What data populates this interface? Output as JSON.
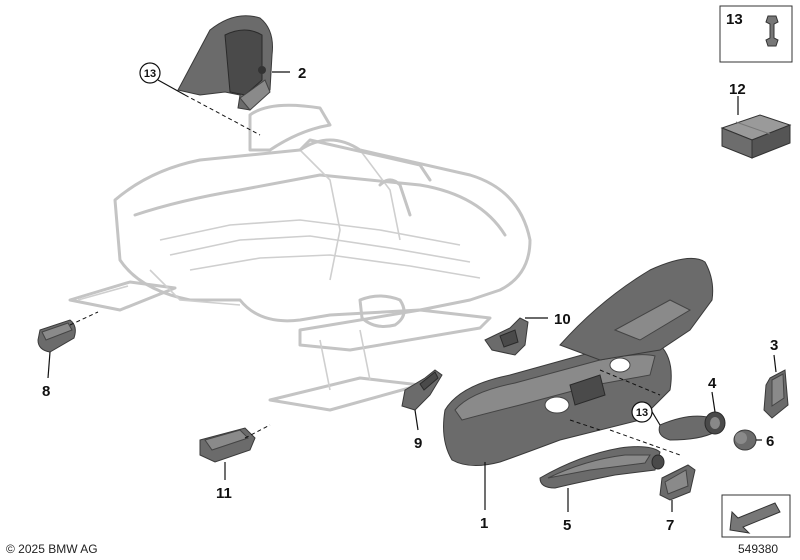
{
  "labels": {
    "l1": "1",
    "l2": "2",
    "l3": "3",
    "l4": "4",
    "l5": "5",
    "l6": "6",
    "l7": "7",
    "l8": "8",
    "l9": "9",
    "l10": "10",
    "l11": "11",
    "l12": "12",
    "l13_box": "13",
    "c13_top": "13",
    "c13_mid": "13"
  },
  "footer": {
    "copyright": "© 2025 BMW AG",
    "diagram_number": "549380"
  }
}
